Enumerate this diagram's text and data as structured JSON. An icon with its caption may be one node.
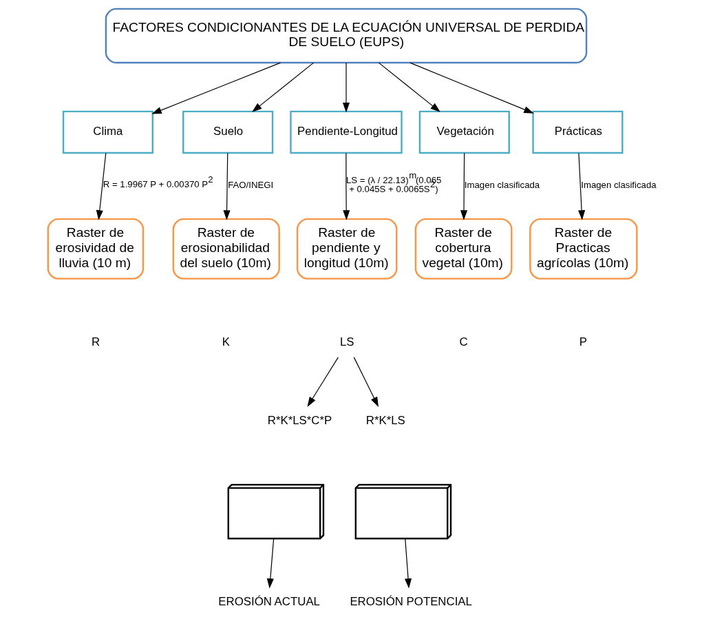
{
  "diagram": {
    "nodes": [
      {
        "text": [
          "FACTORES CONDICIONANTES DE LA ECUACIÓN UNIVERSAL DE PERDIDA DE SUELO (EUPS)"
        ]
      },
      {
        "text": [
          "Clima"
        ]
      },
      {
        "text": [
          "Suelo"
        ]
      },
      {
        "text": [
          "Pendiente-Longitud"
        ]
      },
      {
        "text": [
          "Vegetación"
        ]
      },
      {
        "text": [
          "Prácticas"
        ]
      },
      {
        "text": [
          "Raster de erosividad de lluvia (10 m)"
        ]
      },
      {
        "text": [
          "Raster de erosionabilidad del suelo (10m)"
        ]
      },
      {
        "text": [
          "Raster de pendiente y longitud (10m)"
        ]
      },
      {
        "text": [
          "Raster de cobertura vegetal (10m)"
        ]
      },
      {
        "text": [
          "Raster de Practicas agrícolas (10m)"
        ]
      },
      {
        "text": [
          "LS"
        ]
      },
      {
        "text": [
          "R*K*LS*C*P"
        ]
      },
      {
        "text": [
          "R*K*LS"
        ]
      },
      {
        "text": [],
        "shape": "picture"
      },
      {
        "text": [],
        "shape": "picture"
      },
      {
        "text": [
          "EROSIÓN ACTUAL"
        ]
      },
      {
        "text": [
          "EROSIÓN POTENCIAL"
        ]
      }
    ],
    "edges": [
      {
        "from": 0,
        "to": 1,
        "arrow": "to"
      },
      {
        "from": 0,
        "to": 2,
        "arrow": "to"
      },
      {
        "from": 0,
        "to": 3,
        "arrow": "to"
      },
      {
        "from": 0,
        "to": 4,
        "arrow": "to"
      },
      {
        "from": 0,
        "to": 5,
        "arrow": "to"
      },
      {
        "from": 1,
        "to": 6,
        "arrow": "to",
        "label": "R = 1.9967 P + 0.00370 P$^{2}$"
      },
      {
        "from": 2,
        "to": 7,
        "arrow": "to",
        "label": "FAO/INEGI"
      },
      {
        "from": 3,
        "to": 8,
        "arrow": "to",
        "label": "LS = (λ / 22.13)$^{m}$(0.065 + 0.045S + 0.0065S$^{2}$)"
      },
      {
        "from": 4,
        "to": 9,
        "arrow": "to",
        "label": "Imagen clasificada"
      },
      {
        "from": 5,
        "to": 10,
        "arrow": "to",
        "label": "Imagen clasificada"
      },
      {
        "from": 11,
        "to": 12,
        "arrow": "to"
      },
      {
        "from": 11,
        "to": 13,
        "arrow": "to"
      },
      {
        "from": 14,
        "to": 16,
        "arrow": "to"
      },
      {
        "from": 15,
        "to": 17,
        "arrow": "to"
      }
    ],
    "labels": [
      "R",
      "K",
      "C",
      "P"
    ]
  }
}
